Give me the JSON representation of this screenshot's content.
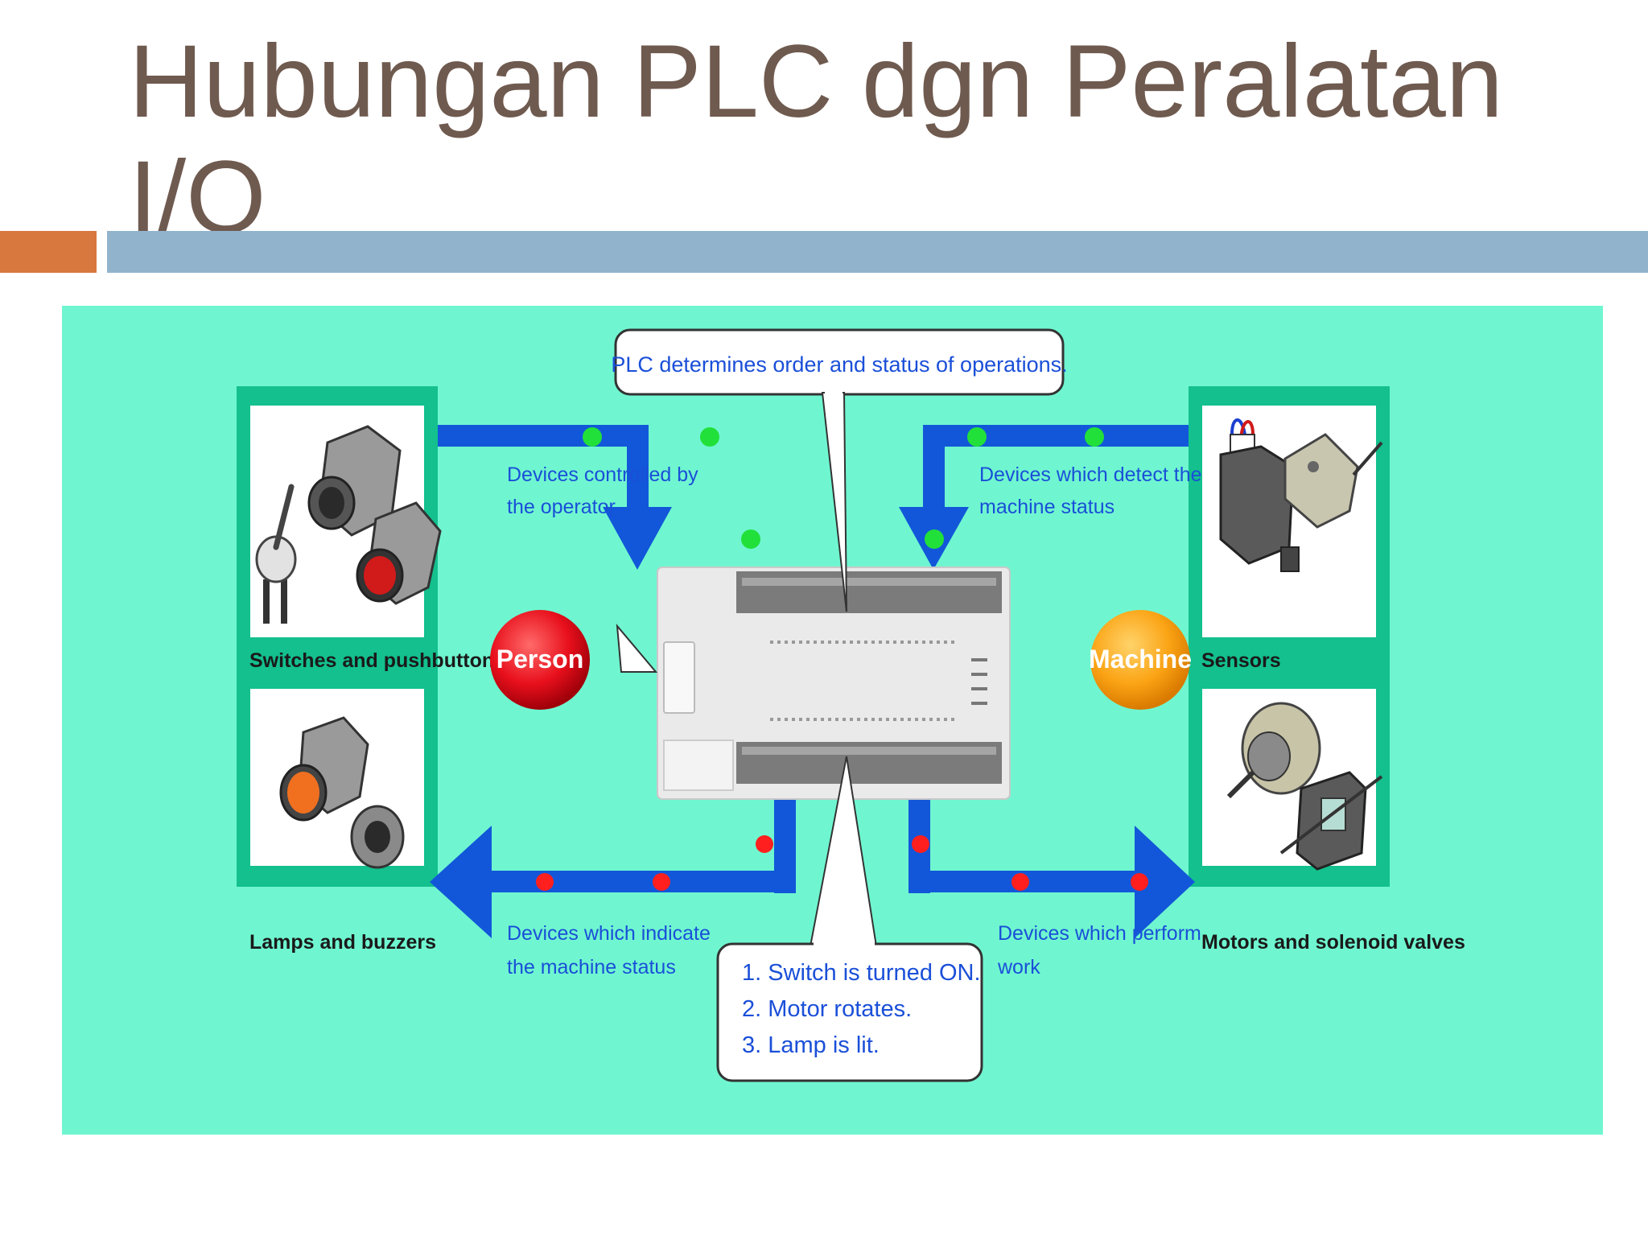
{
  "slide": {
    "title": "Hubungan PLC dgn Peralatan I/O"
  },
  "diagram": {
    "top_callout": "PLC determines order and status of operations.",
    "left_panel": {
      "top_label": "Switches and pushbuttons",
      "bottom_label": "Lamps and buzzers"
    },
    "right_panel": {
      "top_label": "Sensors",
      "bottom_label": "Motors and solenoid valves"
    },
    "person_label": "Person",
    "machine_label": "Machine",
    "flows": {
      "operator_controlled_1": "Devices controlled by",
      "operator_controlled_2": "the operator",
      "detect_status_1": "Devices which detect the",
      "detect_status_2": "machine status",
      "indicate_status_1": "Devices which indicate",
      "indicate_status_2": "the machine status",
      "perform_work_1": "Devices which perform",
      "perform_work_2": "work"
    },
    "steps": [
      "1. Switch is turned ON.",
      "2. Motor rotates.",
      "3. Lamp is lit."
    ],
    "colors": {
      "background": "#6ff6d0",
      "panel_border": "#13c08e",
      "arrow": "#1257d9",
      "person": "#e8101c",
      "machine": "#fba415",
      "input_dot": "#22e03a",
      "output_dot": "#ff1f1f"
    }
  }
}
